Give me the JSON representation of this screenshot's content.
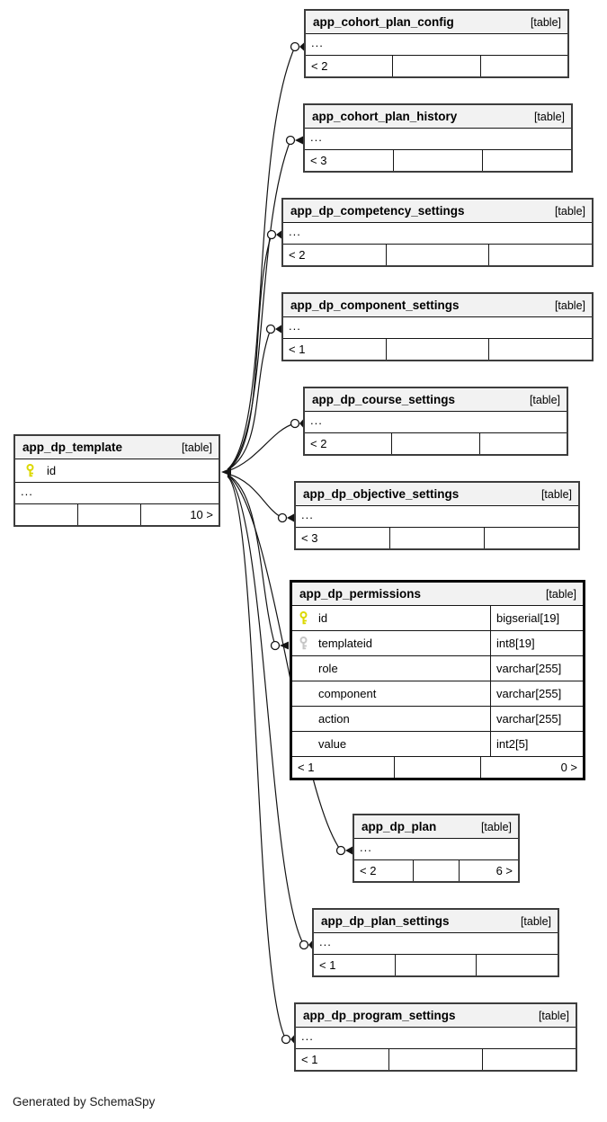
{
  "page": {
    "footer_note": "Generated by SchemaSpy"
  },
  "colors": {
    "header_bg": "#f2f2f2",
    "table_border": "#3d3d3d",
    "highlight_border": "#000000",
    "primary_key": "#dcd800",
    "foreign_key": "#c6c6c6",
    "relationship_line": "#141414"
  },
  "icons": {
    "primary_key": "key-icon",
    "foreign_key": "key-icon-gray"
  },
  "main_table": {
    "name": "app_dp_template",
    "tag": "[table]",
    "fields": [
      {
        "name": "id",
        "key": "primary"
      }
    ],
    "ellipsis": "...",
    "footer": {
      "left": "",
      "mid": "",
      "right": "10 >"
    }
  },
  "tables": [
    {
      "name": "app_cohort_plan_config",
      "tag": "[table]",
      "ellipsis": "...",
      "footer": {
        "left": "< 2",
        "mid": "",
        "right": ""
      }
    },
    {
      "name": "app_cohort_plan_history",
      "tag": "[table]",
      "ellipsis": "...",
      "footer": {
        "left": "< 3",
        "mid": "",
        "right": ""
      }
    },
    {
      "name": "app_dp_competency_settings",
      "tag": "[table]",
      "ellipsis": "...",
      "footer": {
        "left": "< 2",
        "mid": "",
        "right": ""
      }
    },
    {
      "name": "app_dp_component_settings",
      "tag": "[table]",
      "ellipsis": "...",
      "footer": {
        "left": "< 1",
        "mid": "",
        "right": ""
      }
    },
    {
      "name": "app_dp_course_settings",
      "tag": "[table]",
      "ellipsis": "...",
      "footer": {
        "left": "< 2",
        "mid": "",
        "right": ""
      }
    },
    {
      "name": "app_dp_objective_settings",
      "tag": "[table]",
      "ellipsis": "...",
      "footer": {
        "left": "< 3",
        "mid": "",
        "right": ""
      }
    },
    {
      "name": "app_dp_permissions",
      "tag": "[table]",
      "fields": [
        {
          "name": "id",
          "type": "bigserial[19]",
          "key": "primary"
        },
        {
          "name": "templateid",
          "type": "int8[19]",
          "key": "foreign"
        },
        {
          "name": "role",
          "type": "varchar[255]"
        },
        {
          "name": "component",
          "type": "varchar[255]"
        },
        {
          "name": "action",
          "type": "varchar[255]"
        },
        {
          "name": "value",
          "type": "int2[5]"
        }
      ],
      "footer": {
        "left": "< 1",
        "mid": "",
        "right": "0 >"
      }
    },
    {
      "name": "app_dp_plan",
      "tag": "[table]",
      "ellipsis": "...",
      "footer": {
        "left": "< 2",
        "mid": "",
        "right": "6 >"
      }
    },
    {
      "name": "app_dp_plan_settings",
      "tag": "[table]",
      "ellipsis": "...",
      "footer": {
        "left": "< 1",
        "mid": "",
        "right": ""
      }
    },
    {
      "name": "app_dp_program_settings",
      "tag": "[table]",
      "ellipsis": "...",
      "footer": {
        "left": "< 1",
        "mid": "",
        "right": ""
      }
    }
  ]
}
